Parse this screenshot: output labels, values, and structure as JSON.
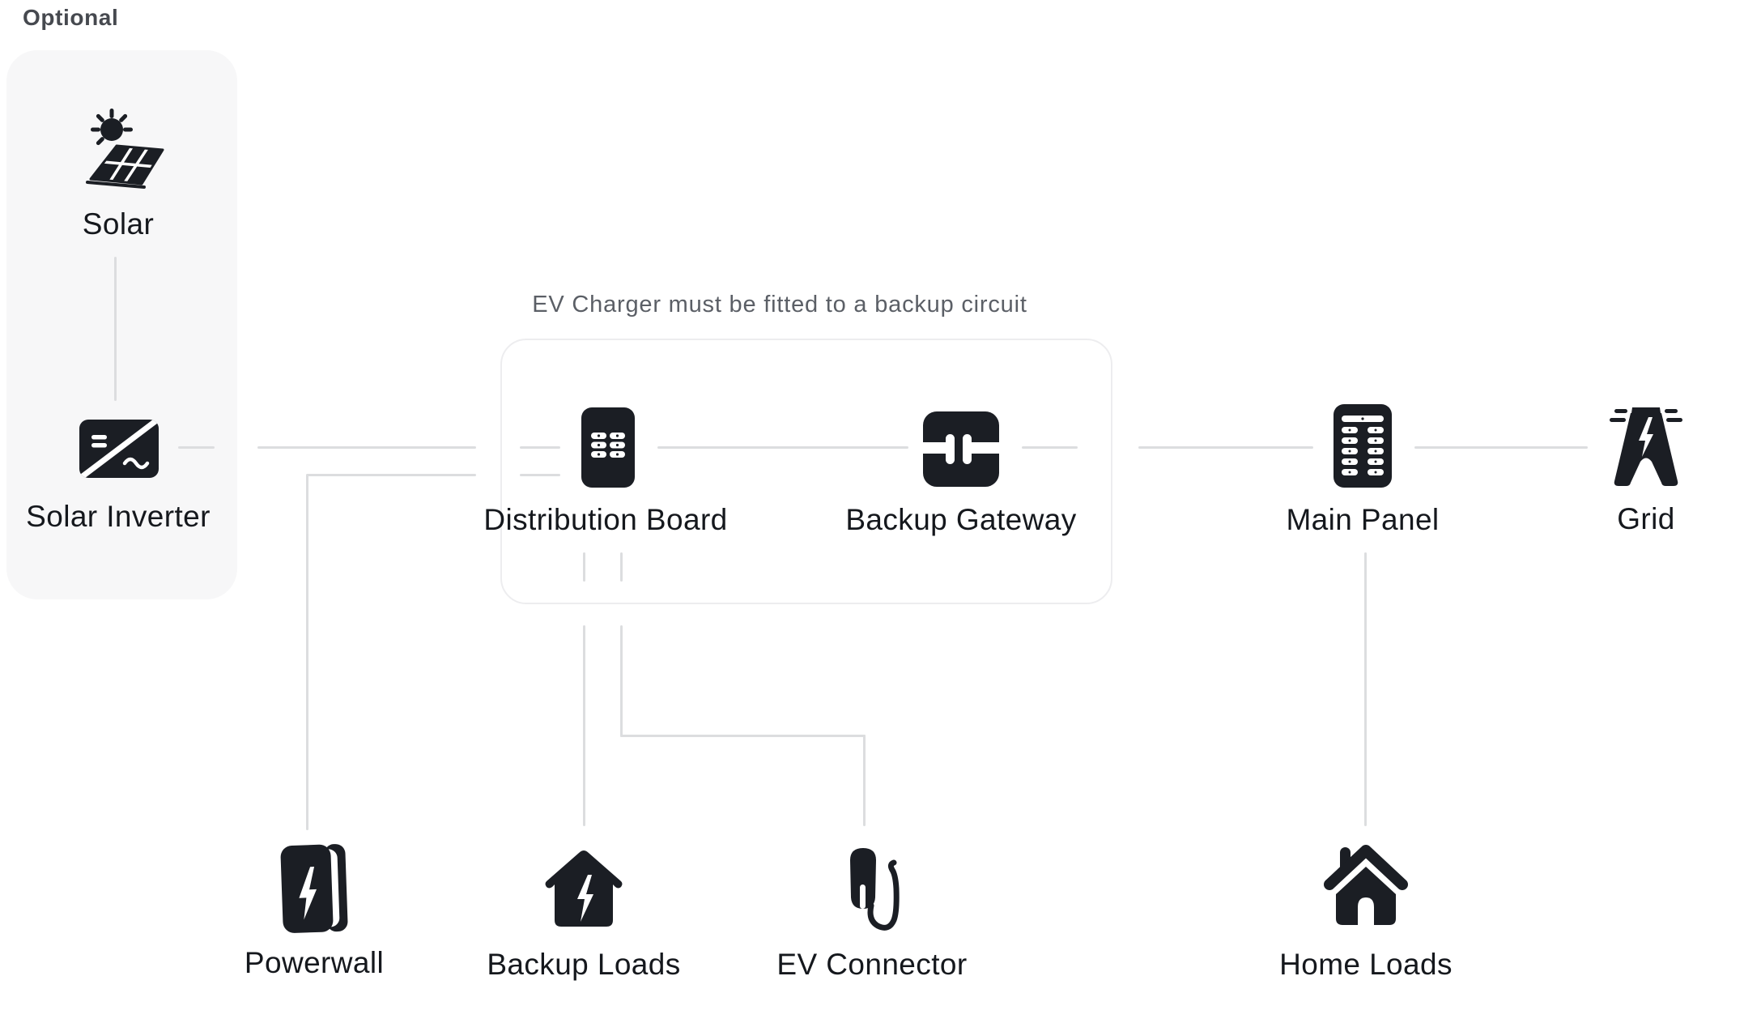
{
  "captions": {
    "optional": "Optional",
    "backup_rule": "EV Charger must be fitted to a backup circuit"
  },
  "nodes": {
    "solar": {
      "label": "Solar",
      "icon": "solar-panel-sun-icon"
    },
    "solar_inverter": {
      "label": "Solar Inverter",
      "icon": "solar-inverter-icon"
    },
    "distribution_board": {
      "label": "Distribution Board",
      "icon": "breaker-panel-icon"
    },
    "backup_gateway": {
      "label": "Backup Gateway",
      "icon": "gateway-disconnect-icon"
    },
    "main_panel": {
      "label": "Main Panel",
      "icon": "main-breaker-panel-icon"
    },
    "grid": {
      "label": "Grid",
      "icon": "transmission-tower-icon"
    },
    "powerwall": {
      "label": "Powerwall",
      "icon": "powerwall-battery-icon"
    },
    "backup_loads": {
      "label": "Backup Loads",
      "icon": "house-bolt-icon"
    },
    "ev_connector": {
      "label": "EV Connector",
      "icon": "ev-charger-icon"
    },
    "home_loads": {
      "label": "Home Loads",
      "icon": "house-icon"
    }
  },
  "groups": {
    "optional": {
      "caption": "Optional",
      "members": [
        "solar",
        "solar_inverter"
      ]
    },
    "backup_circuit": {
      "caption": "EV Charger must be fitted to a backup circuit",
      "members": [
        "distribution_board",
        "backup_gateway"
      ]
    }
  },
  "edges": [
    {
      "from": "solar",
      "to": "solar_inverter"
    },
    {
      "from": "solar_inverter",
      "to": "distribution_board",
      "note": "dashed at group boundaries"
    },
    {
      "from": "solar_inverter_bus",
      "to": "powerwall",
      "note": "elbow branch, dashed at group boundary"
    },
    {
      "from": "distribution_board",
      "to": "backup_gateway"
    },
    {
      "from": "backup_gateway",
      "to": "main_panel",
      "note": "dashed at group boundary"
    },
    {
      "from": "main_panel",
      "to": "grid"
    },
    {
      "from": "distribution_board",
      "to": "backup_loads",
      "note": "dashed leaving group box"
    },
    {
      "from": "distribution_board",
      "to": "ev_connector",
      "note": "elbow, dashed leaving group box"
    },
    {
      "from": "main_panel",
      "to": "home_loads"
    }
  ],
  "colors": {
    "background": "#ffffff",
    "icon": "#1b1e24",
    "line": "#dcdddf",
    "label": "#15181d",
    "optional_caption": "#46494f",
    "backup_caption": "#5b5f66",
    "optional_box_fill": "#f7f7f8",
    "backup_box_border": "#ededef"
  }
}
